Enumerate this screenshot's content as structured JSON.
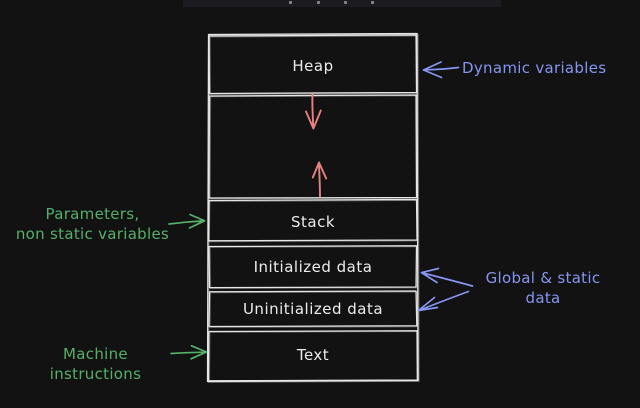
{
  "colors": {
    "bg": "#121212",
    "stroke": "#e6e6e6",
    "text": "#ececec",
    "red": "#e8827e",
    "blue": "#8795f2",
    "green": "#55b06a"
  },
  "memory_box": {
    "sections": [
      {
        "label": "Heap"
      },
      {
        "label": "Stack"
      },
      {
        "label": "Initialized data"
      },
      {
        "label": "Uninitialized data"
      },
      {
        "label": "Text"
      }
    ]
  },
  "annotations": {
    "dynamic_variables": {
      "text": "Dynamic variables"
    },
    "parameters": {
      "line1": "Parameters,",
      "line2": "non static variables"
    },
    "global_static": {
      "line1": "Global & static",
      "line2": "data"
    },
    "machine_instructions": {
      "text": "Machine instructions"
    }
  }
}
